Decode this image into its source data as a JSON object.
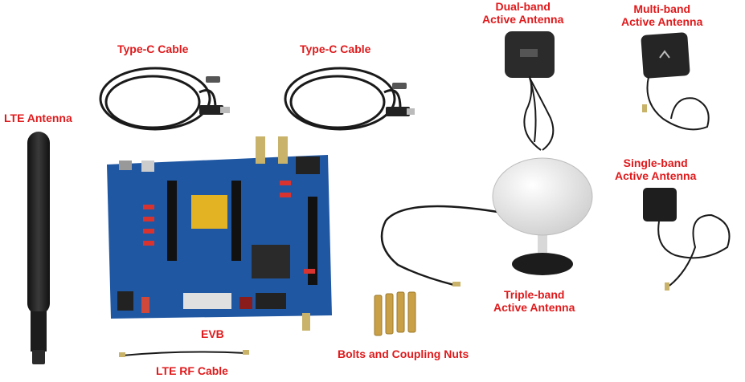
{
  "labels": {
    "type_c_cable_1": "Type-C Cable",
    "type_c_cable_2": "Type-C Cable",
    "lte_antenna": "LTE Antenna",
    "evb": "EVB",
    "lte_rf_cable": "LTE RF Cable",
    "dual_band_line1": "Dual-band",
    "dual_band_line2": "Active Antenna",
    "multi_band_line1": "Multi-band",
    "multi_band_line2": "Active Antenna",
    "single_band_line1": "Single-band",
    "single_band_line2": "Active Antenna",
    "triple_band_line1": "Triple-band",
    "triple_band_line2": "Active Antenna",
    "bolts": "Bolts and Coupling Nuts"
  },
  "colors": {
    "label_red": "#e0191b",
    "pcb_blue": "#1f57a3",
    "cable_black": "#1a1a1a"
  }
}
